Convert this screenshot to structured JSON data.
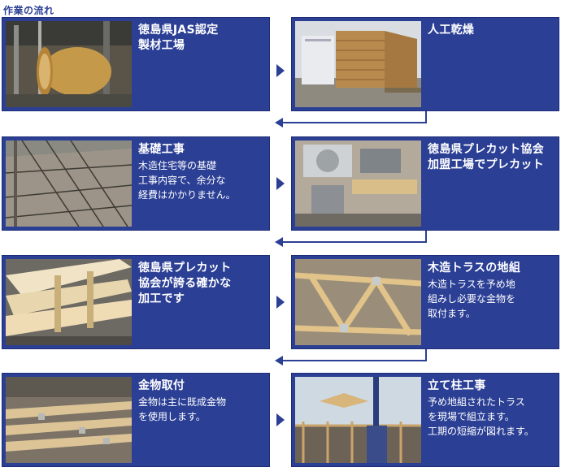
{
  "heading": "作業の流れ",
  "steps": [
    {
      "title": "徳島県JAS認定\n製材工場",
      "desc": ""
    },
    {
      "title": "人工乾燥",
      "desc": ""
    },
    {
      "title": "基礎工事",
      "desc": "木造住宅等の基礎\n工事内容で、余分な\n経費はかかりません。"
    },
    {
      "title": "徳島県プレカット協会\n加盟工場でプレカット",
      "desc": ""
    },
    {
      "title": "徳島県プレカット\n協会が誇る確かな\n加工です",
      "desc": ""
    },
    {
      "title": "木造トラスの地組",
      "desc": "木造トラスを予め地\n組みし必要な金物を\n取付ます。"
    },
    {
      "title": "金物取付",
      "desc": "金物は主に既成金物\nを使用します。"
    },
    {
      "title": "立て柱工事",
      "desc": "予め地組されたトラス\nを現場で組立ます。\n工期の短縮が図れます。"
    }
  ],
  "colors": {
    "card": "#2b3f95",
    "connector": "#2b3f95"
  }
}
